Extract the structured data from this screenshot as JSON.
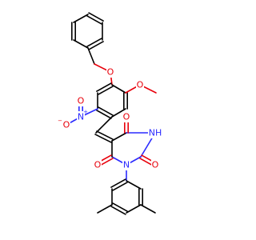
{
  "colors": {
    "carbon": "#000000",
    "oxygen": "#e8000b",
    "nitrogen": "#2a2aff"
  },
  "atoms": {
    "o_benzyloxy": {
      "text": "O",
      "element": "oxygen"
    },
    "o_methoxy": {
      "text": "O",
      "element": "oxygen"
    },
    "o_nitro_top": {
      "text": "O",
      "element": "oxygen"
    },
    "o_nitro_left": {
      "text": "O",
      "element": "oxygen"
    },
    "o_nitro_left_charge": {
      "text": "−",
      "element": "oxygen"
    },
    "n_nitro": {
      "text": "N",
      "element": "nitrogen"
    },
    "n_nitro_charge": {
      "text": "+",
      "element": "nitrogen"
    },
    "o_carbonyl_top": {
      "text": "O",
      "element": "oxygen"
    },
    "nh_ring": {
      "text": "NH",
      "element": "nitrogen"
    },
    "o_carbonyl_right": {
      "text": "O",
      "element": "oxygen"
    },
    "n_ring": {
      "text": "N",
      "element": "nitrogen"
    },
    "o_carbonyl_left": {
      "text": "O",
      "element": "oxygen"
    }
  }
}
